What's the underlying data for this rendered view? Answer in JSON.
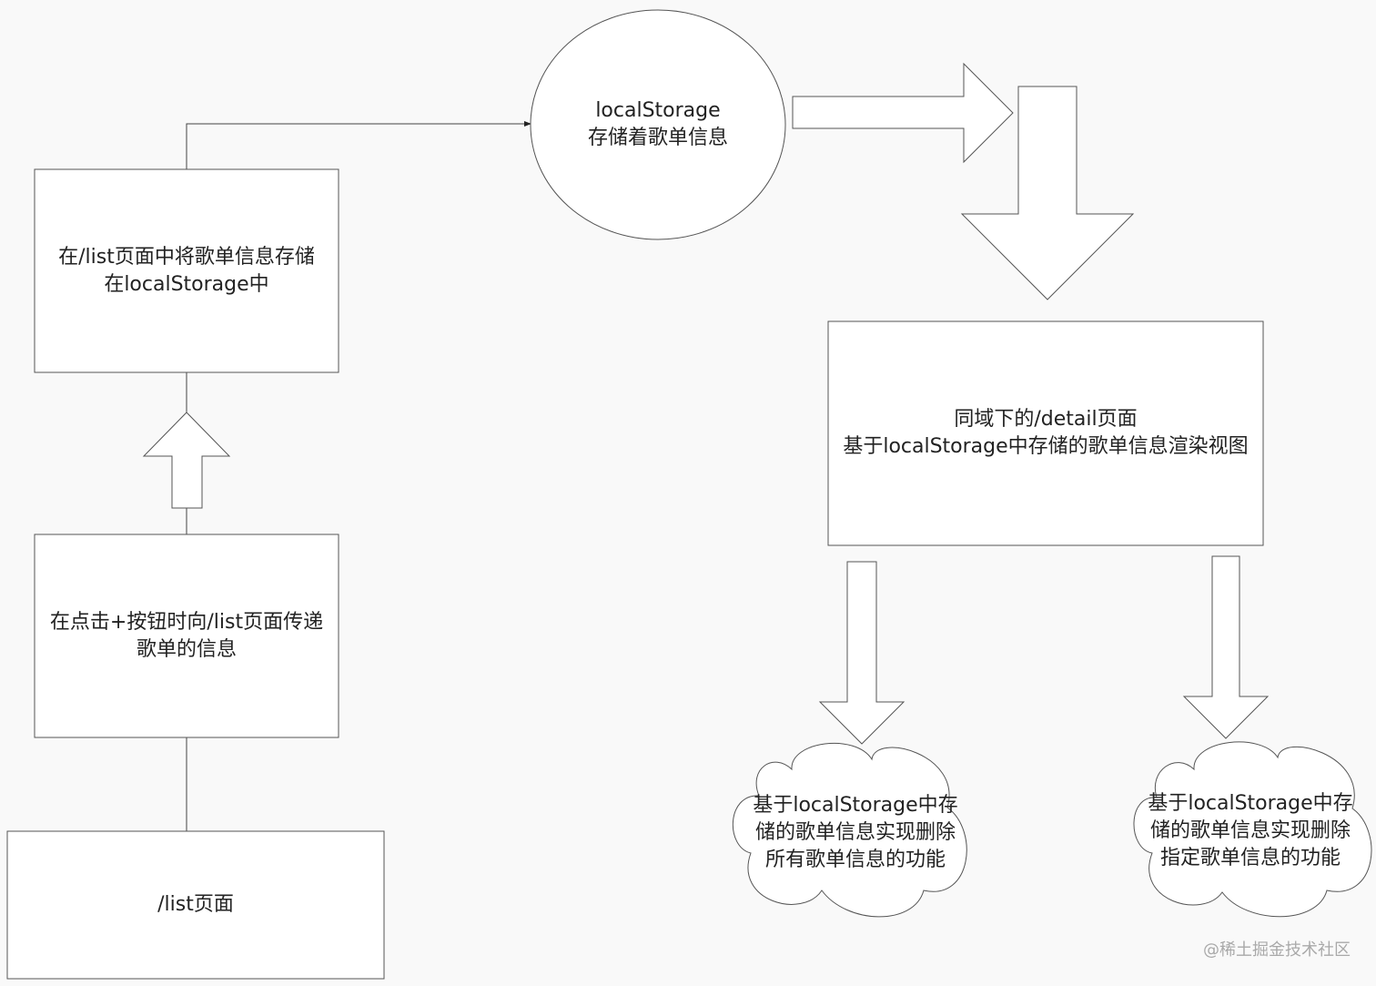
{
  "nodes": {
    "list_page": {
      "label": "/list页面"
    },
    "pass_info": {
      "line1": "在点击+按钮时向/list页面传递",
      "line2": "歌单的信息"
    },
    "store_info": {
      "line1": "在/list页面中将歌单信息存储",
      "line2": "在localStorage中"
    },
    "local_storage": {
      "line1": "localStorage",
      "line2": "存储着歌单信息"
    },
    "detail_page": {
      "line1": "同域下的/detail页面",
      "line2": "基于localStorage中存储的歌单信息渲染视图"
    },
    "delete_all": {
      "line1": "基于localStorage中存",
      "line2": "储的歌单信息实现删除",
      "line3": "所有歌单信息的功能"
    },
    "delete_one": {
      "line1": "基于localStorage中存",
      "line2": "储的歌单信息实现删除",
      "line3": "指定歌单信息的功能"
    }
  },
  "watermark": "@稀土掘金技术社区"
}
